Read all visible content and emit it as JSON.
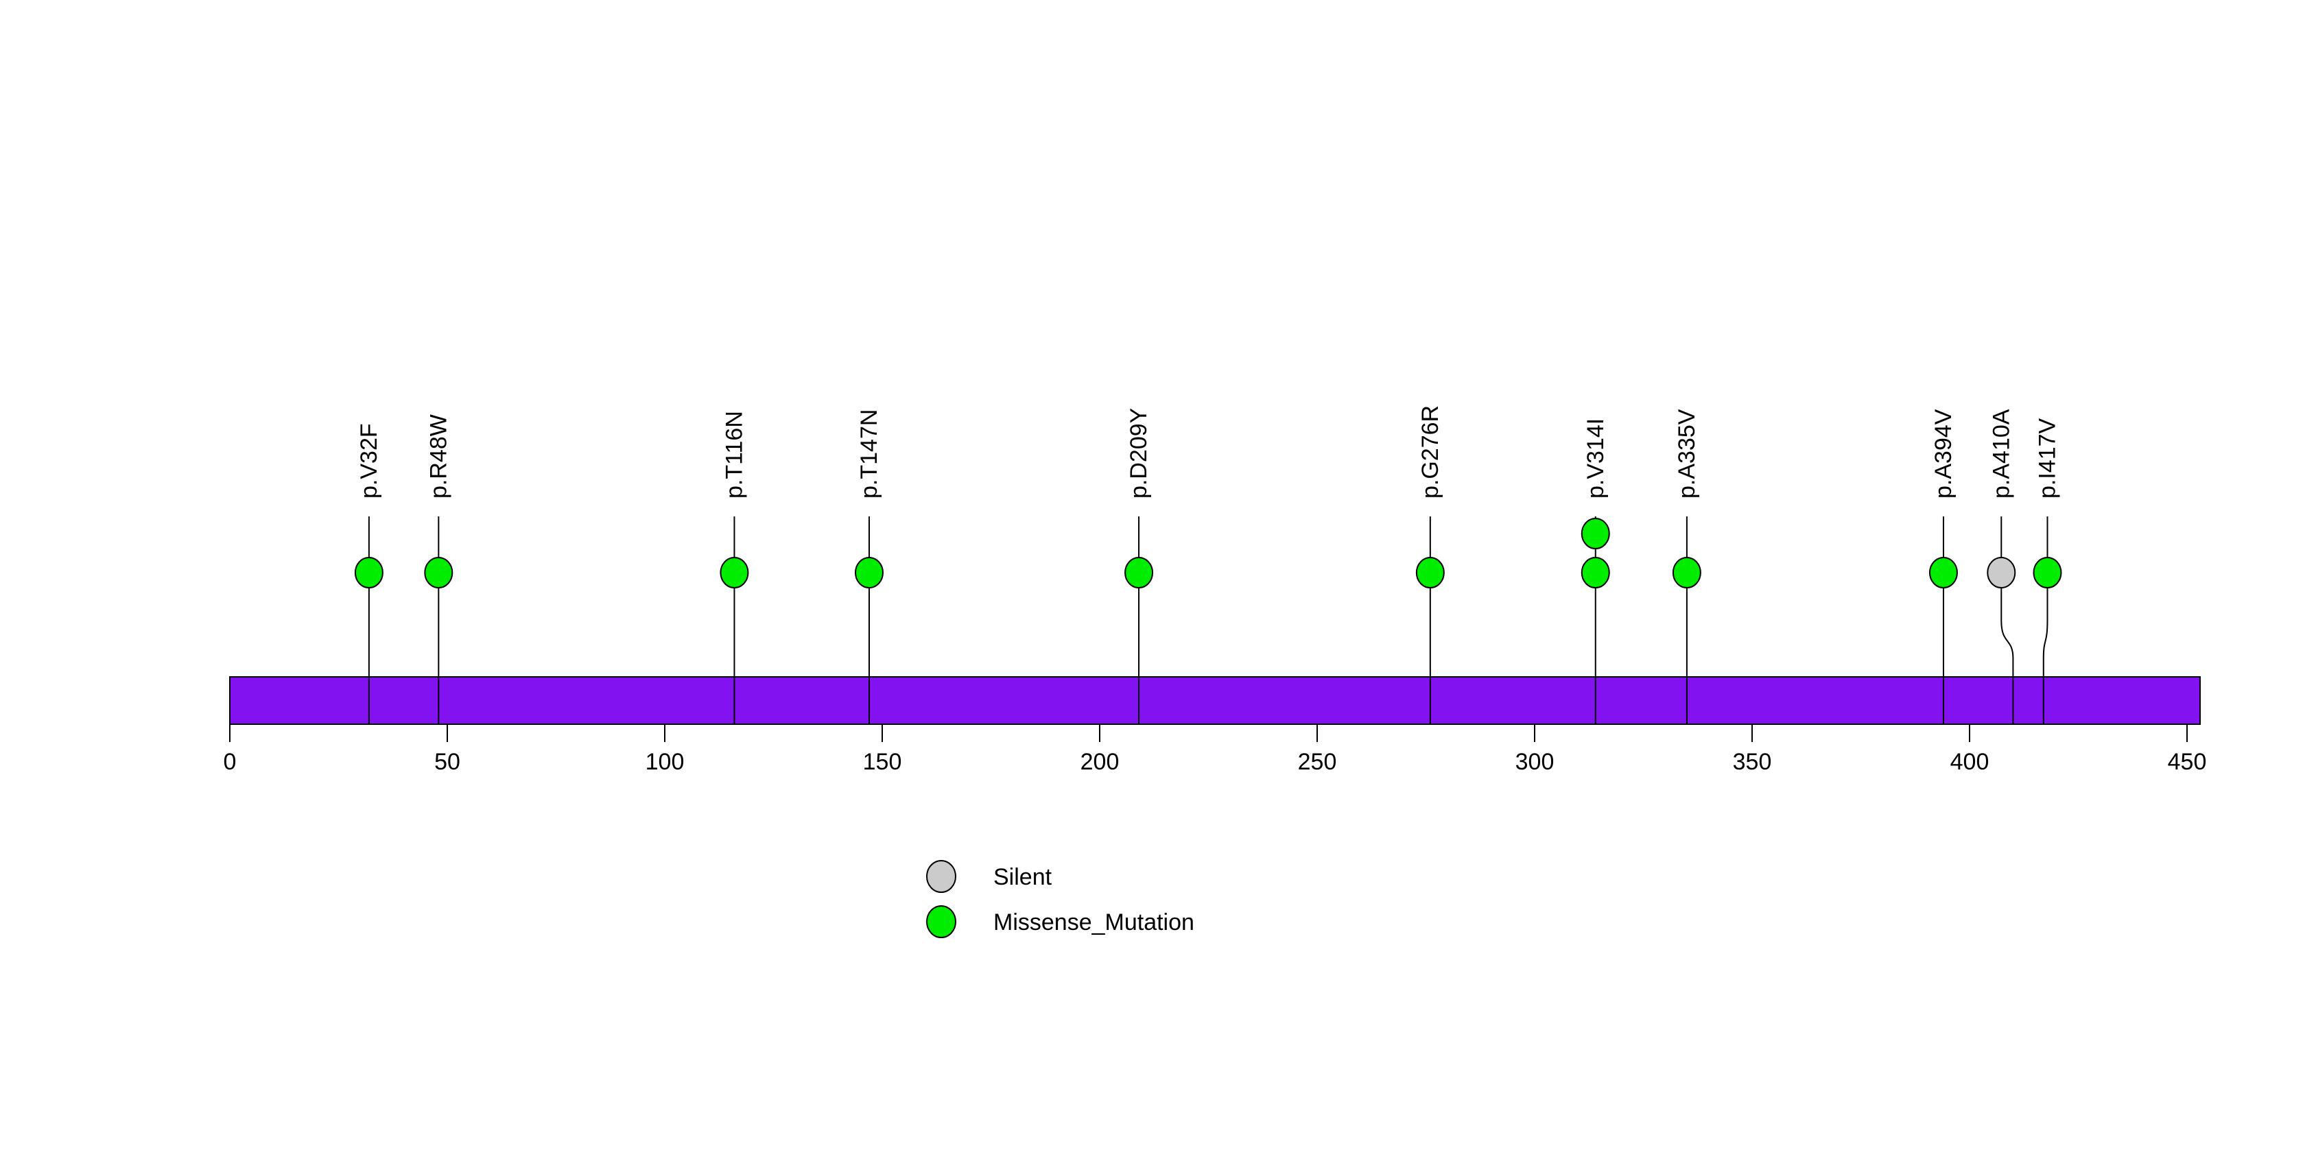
{
  "chart_data": {
    "type": "lollipop",
    "title": "",
    "xlabel": "",
    "ylabel": "",
    "grid": false,
    "legend_position": "bottom-center-left",
    "protein": {
      "length_aa": 453,
      "bar_color": "#8213F0",
      "bar_outline_color": "#000000"
    },
    "xaxis": {
      "min": 0,
      "max": 450,
      "tick_step": 50,
      "ticks": [
        0,
        50,
        100,
        150,
        200,
        250,
        300,
        350,
        400,
        450
      ]
    },
    "legend": {
      "entries": [
        {
          "label": "Silent",
          "color": "#CBCBCB"
        },
        {
          "label": "Missense_Mutation",
          "color": "#00ED00"
        }
      ]
    },
    "mutations": [
      {
        "label": "p.V32F",
        "position": 32,
        "count": 1,
        "type": "Missense_Mutation"
      },
      {
        "label": "p.R48W",
        "position": 48,
        "count": 1,
        "type": "Missense_Mutation"
      },
      {
        "label": "p.T116N",
        "position": 116,
        "count": 1,
        "type": "Missense_Mutation"
      },
      {
        "label": "p.T147N",
        "position": 147,
        "count": 1,
        "type": "Missense_Mutation"
      },
      {
        "label": "p.D209Y",
        "position": 209,
        "count": 1,
        "type": "Missense_Mutation"
      },
      {
        "label": "p.G276R",
        "position": 276,
        "count": 1,
        "type": "Missense_Mutation"
      },
      {
        "label": "p.V314I",
        "position": 314,
        "count": 2,
        "type": "Missense_Mutation"
      },
      {
        "label": "p.A335V",
        "position": 335,
        "count": 1,
        "type": "Missense_Mutation"
      },
      {
        "label": "p.A394V",
        "position": 394,
        "count": 1,
        "type": "Missense_Mutation"
      },
      {
        "label": "p.A410A",
        "position": 410,
        "label_position": 407.3,
        "count": 1,
        "type": "Silent"
      },
      {
        "label": "p.I417V",
        "position": 417,
        "label_position": 417.9,
        "count": 1,
        "type": "Missense_Mutation"
      }
    ]
  }
}
